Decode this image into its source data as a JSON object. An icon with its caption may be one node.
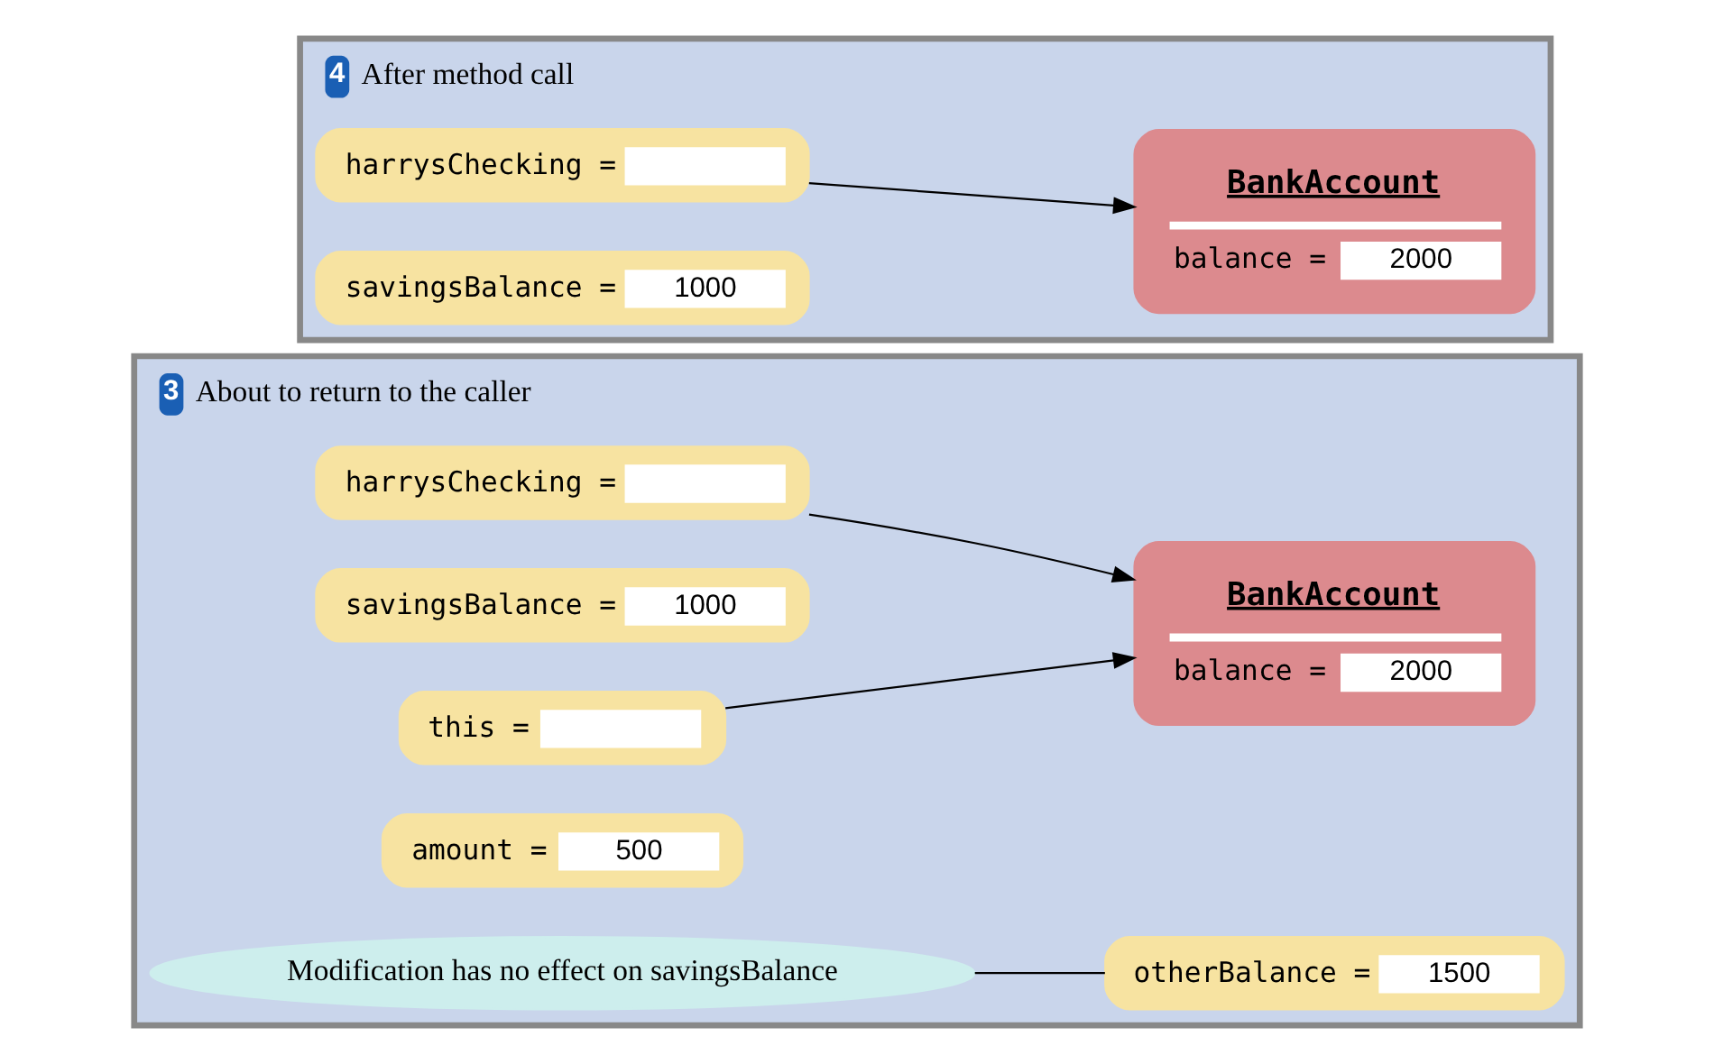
{
  "diagram": {
    "nodes": [
      {
        "text": [
          "3",
          "About to return to the caller"
        ]
      },
      {
        "text": [
          "harrysChecking ="
        ],
        "in": 0
      },
      {
        "text": [
          "savingsBalance =",
          "1000"
        ],
        "in": 0
      },
      {
        "text": [
          "this ="
        ],
        "in": 0
      },
      {
        "text": [
          "amount =",
          "500"
        ],
        "in": 0
      },
      {
        "text": [
          "otherBalance =",
          "1500"
        ],
        "in": 0
      },
      {
        "text": [
          "BankAccount",
          "balance =",
          "2000"
        ],
        "in": 0
      },
      {
        "text": [
          "Modification has no effect on savingsBalance"
        ],
        "in": 0
      },
      {
        "text": [
          "4",
          "After method call"
        ]
      },
      {
        "text": [
          "harrysChecking ="
        ],
        "in": 8
      },
      {
        "text": [
          "savingsBalance =",
          "1000"
        ],
        "in": 8
      },
      {
        "text": [
          "BankAccount",
          "balance =",
          "2000"
        ],
        "in": 8
      }
    ],
    "edges": [
      {
        "from": 1,
        "to": 6,
        "arrow": "to"
      },
      {
        "from": 3,
        "to": 6,
        "arrow": "to"
      },
      {
        "from": 7,
        "to": 5,
        "arrow": "none"
      },
      {
        "from": 9,
        "to": 11,
        "arrow": "to"
      }
    ]
  }
}
